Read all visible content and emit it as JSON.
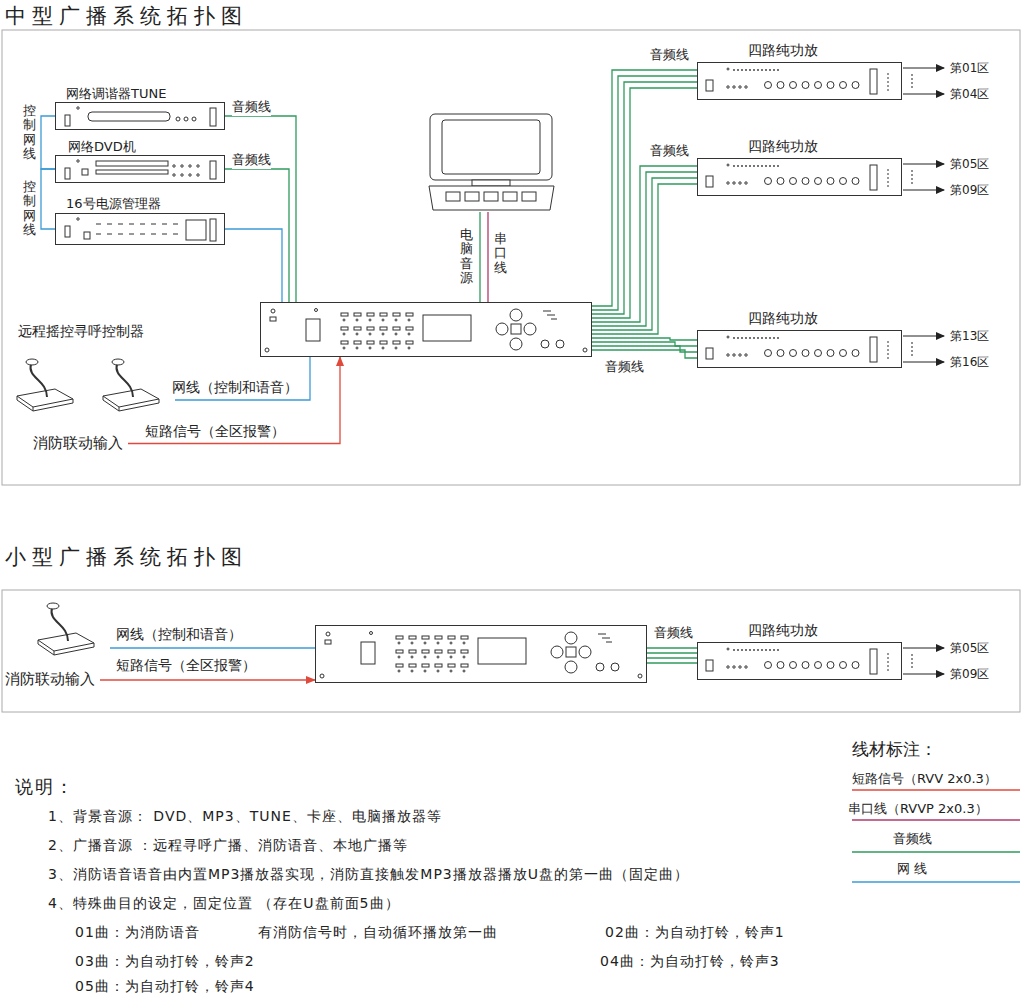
{
  "diagram": {
    "title": "中型广播系统拓扑图",
    "nodes": [
      {
        "text": [
          "网络调谐器TUNE"
        ]
      },
      {
        "text": [
          "网络DVD机"
        ]
      },
      {
        "text": [
          "16号电源管理器"
        ]
      },
      {
        "text": []
      },
      {
        "text": []
      },
      {
        "text": [
          "四路纯功放"
        ]
      },
      {
        "text": [
          "四路纯功放"
        ]
      },
      {
        "text": [
          "四路纯功放"
        ]
      },
      {
        "text": [
          "远程摇控寻呼控制器"
        ]
      },
      {
        "text": [
          "消防联动输入"
        ]
      },
      {
        "text": []
      },
      {
        "text": [
          "消防联动输入"
        ]
      },
      {
        "text": []
      },
      {
        "text": [
          "四路纯功放"
        ]
      }
    ],
    "edges": [
      {
        "from": 0,
        "to": 4,
        "arrow": "none",
        "label": "音频线"
      },
      {
        "from": 1,
        "to": 4,
        "arrow": "none",
        "label": "音频线"
      },
      {
        "from": 2,
        "to": 4,
        "arrow": "none"
      },
      {
        "from": 0,
        "to": 1,
        "arrow": "none",
        "label": "控制网线"
      },
      {
        "from": 1,
        "to": 2,
        "arrow": "none",
        "label": "控制网线"
      },
      {
        "from": 3,
        "to": 4,
        "arrow": "none",
        "label": "电脑音源"
      },
      {
        "from": 3,
        "to": 4,
        "arrow": "none",
        "label": "串口线"
      },
      {
        "from": 4,
        "to": 5,
        "arrow": "none",
        "label": "音频线"
      },
      {
        "from": 4,
        "to": 6,
        "arrow": "none",
        "label": "音频线"
      },
      {
        "from": 4,
        "to": 7,
        "arrow": "none",
        "label": "音频线"
      },
      {
        "from": 8,
        "to": 4,
        "arrow": "none",
        "label": "网线（控制和语音）"
      },
      {
        "from": 9,
        "to": 4,
        "arrow": "to",
        "label": "短路信号（全区报警）"
      },
      {
        "from": 10,
        "to": 12,
        "arrow": "none",
        "label": "网线（控制和语音）"
      },
      {
        "from": 11,
        "to": 12,
        "arrow": "to",
        "label": "短路信号（全区报警）"
      },
      {
        "from": 12,
        "to": 13,
        "arrow": "none",
        "label": "音频线"
      }
    ],
    "labels": [
      "小型广播系统拓扑图",
      "第01区",
      "第04区",
      "第05区",
      "第09区",
      "第13区",
      "第16区",
      "第05区",
      "第09区",
      "说明：",
      "1、背景音源： DVD、MP3、TUNE、卡座、电脑播放器等",
      "2、广播音源 ：远程寻呼广播、消防语音、本地广播等",
      "3、消防语音语音由内置MP3播放器实现，消防直接触发MP3播放器播放U盘的第一曲（固定曲）",
      "4、特殊曲目的设定，固定位置 （存在U盘前面5曲）",
      "01曲：为消防语音",
      "有消防信号时，自动循环播放第一曲",
      "02曲：为自动打铃，铃声1",
      "03曲：为自动打铃，铃声2",
      "04曲：为自动打铃，铃声3",
      "05曲：为自动打铃，铃声4",
      "线材标注："
    ],
    "legend": [
      {
        "text": "短路信号（RVV 2x0.3）",
        "color": "#e04a3c"
      },
      {
        "text": "串口线（RVVP 2x0.3）",
        "color": "#b03a6a"
      },
      {
        "text": "音频线",
        "color": "#2f9a5e"
      },
      {
        "text": "网 线",
        "color": "#3c9bd6"
      }
    ]
  }
}
